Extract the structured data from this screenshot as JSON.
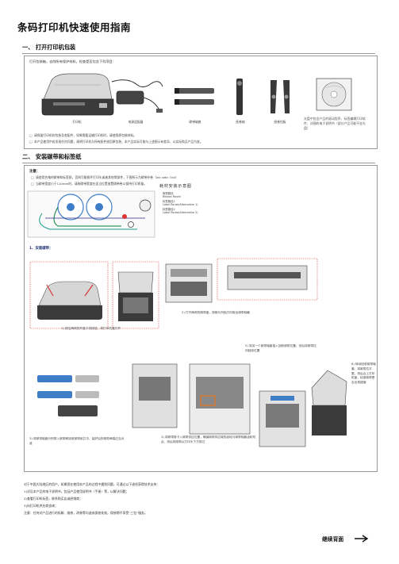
{
  "page_title": "条码打印机快速使用指南",
  "section1": {
    "heading": "一、 打开打印机包装",
    "intro": "打开包装箱，去除所有保护材料，检查是否包含下列项目：",
    "items": [
      "打印机",
      "电源适配器",
      "碳带轴套",
      "纸卷轴",
      "纸卷挡板"
    ],
    "cd_note": "光盘中包含产品的驱动程序、标签编辑打印软件、详细的电子说明书（部分产品可能不含光盘）",
    "checks": [
      "请保留打印机的包装及各配件，如果需要运输打印机时，请使用原包装材料。",
      "本产品使用中若发现任何问题，请将打印机与所有配件放回原包装，本产品实际可能与上述图示有差异，以实际购买产品为准。"
    ]
  },
  "section2": {
    "heading": "二、 安装碳带和标签纸",
    "note_label": "注意：",
    "bullets": [
      "请使用合格的碳带和标签纸，否则可能损坏打印头或者其他零部件，下图所示为碳带外卷（Ink side: Out）",
      "当碳带宽度小于110mm时，请按碳带宽度在适当位置放置碳带卷以保持打印质量。"
    ],
    "diagram": {
      "title": "耗材安装示意图",
      "labels": [
        {
          "cn": "碳带路径",
          "en": "Ribbon Route"
        },
        {
          "cn": "标签路径1",
          "en": "Label Route(Alternative 1)"
        },
        {
          "cn": "标签路径2",
          "en": "Label Route(Alternative 2)"
        }
      ]
    },
    "step_heading": "1、安装碳带：",
    "captions": [
      "1) 按住两侧的开盖卡扣按钮，将打印机盖打开",
      "2) 打开两侧的碳带盖，按箭头所指方向取出碳带轴套",
      "3) 将碳带轴套分别穿入碳带和回收碳带纸芯中，装好后的碳带两端应当对准",
      "4) 将碳带卷卡入碳带供应位置，确保碳带供应端的齿轮与碳带轴套齿轮咬合，然后将碳带从打印头下方穿过",
      "5) 将另一个碳带轴套插入回收碳带位置，然后将碳带拉向回收位置",
      "6) 转动回收碳带轴套，将碳带拉平整，然后合上打印机盖，检查碳带是否出现褶皱"
    ]
  },
  "footer": {
    "lines": [
      "对于中国大陆地区的用户，如果您在使用本产品的过程中遇到问题，可通过以下途径获得技术支持：",
      "1)详见本产品的电子说明书，包括产品使用说明书（手册）等，以解决问题；",
      "2)查看打印机标签，联系购买店或经销商；",
      "3)向打印机供应商咨询；",
      "注意：任何对产品进行的拆解、维修，改装等均造成保修失效，保修期不享受“三包”服务。"
    ],
    "continue_label": "继续背面"
  }
}
